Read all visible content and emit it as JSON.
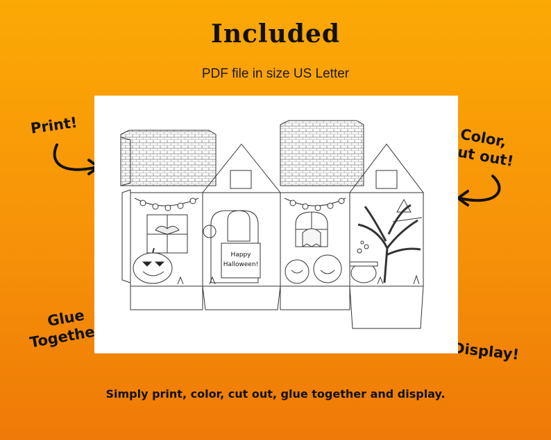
{
  "header": {
    "title": "Included",
    "subtitle": "PDF file in size US Letter"
  },
  "callouts": {
    "print": "Print!",
    "color_line1": "Color,",
    "color_line2": "Cut out!",
    "glue_line1": "Glue",
    "glue_line2": "Together!",
    "display": "Display!"
  },
  "template": {
    "sign_line1": "Happy",
    "sign_line2": "Halloween!"
  },
  "footer": {
    "caption": "Simply print, color, cut out, glue together and display."
  },
  "colors": {
    "background_top": "#FBA905",
    "background_bottom": "#EE7A07",
    "text": "#111111",
    "paper": "#FFFFFF"
  }
}
